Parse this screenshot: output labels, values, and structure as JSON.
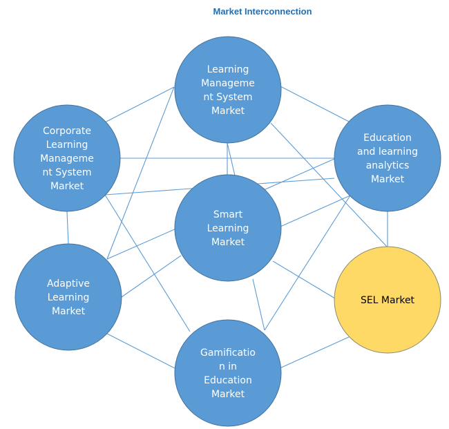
{
  "title": "Market Interconnection",
  "colors": {
    "title": "#1f6fb5",
    "node_fill": "#5b9bd5",
    "node_stroke": "#41719c",
    "highlight_fill": "#ffd966",
    "highlight_stroke": "#8a8a6a",
    "edge": "#5b9bd5",
    "label_light": "#ffffff",
    "label_dark": "#000000"
  },
  "nodes": [
    {
      "id": "lms",
      "label_lines": [
        "Learning",
        "Manageme",
        "nt System",
        "Market"
      ],
      "highlight": false
    },
    {
      "id": "corporate-lms",
      "label_lines": [
        "Corporate",
        "Learning",
        "Manageme",
        "nt System",
        "Market"
      ],
      "highlight": false
    },
    {
      "id": "education-analytics",
      "label_lines": [
        "Education",
        "and learning",
        "analytics",
        "Market"
      ],
      "highlight": false
    },
    {
      "id": "smart-learning",
      "label_lines": [
        "Smart",
        "Learning",
        "Market"
      ],
      "highlight": false
    },
    {
      "id": "adaptive-learning",
      "label_lines": [
        "Adaptive",
        "Learning",
        "Market"
      ],
      "highlight": false
    },
    {
      "id": "sel",
      "label_lines": [
        "SEL Market"
      ],
      "highlight": true
    },
    {
      "id": "gamification",
      "label_lines": [
        "Gamificatio",
        "n in",
        "Education",
        "Market"
      ],
      "highlight": false
    }
  ],
  "edges": [
    [
      "lms",
      "corporate-lms"
    ],
    [
      "lms",
      "adaptive-learning"
    ],
    [
      "lms",
      "education-analytics"
    ],
    [
      "lms",
      "sel"
    ],
    [
      "lms",
      "smart-learning"
    ],
    [
      "lms",
      "smart-learning"
    ],
    [
      "corporate-lms",
      "education-analytics"
    ],
    [
      "corporate-lms",
      "smart-learning"
    ],
    [
      "corporate-lms",
      "gamification"
    ],
    [
      "corporate-lms",
      "adaptive-learning"
    ],
    [
      "education-analytics",
      "smart-learning"
    ],
    [
      "education-analytics",
      "adaptive-learning"
    ],
    [
      "education-analytics",
      "gamification"
    ],
    [
      "education-analytics",
      "sel"
    ],
    [
      "smart-learning",
      "adaptive-learning"
    ],
    [
      "smart-learning",
      "sel"
    ],
    [
      "smart-learning",
      "gamification"
    ],
    [
      "adaptive-learning",
      "gamification"
    ],
    [
      "gamification",
      "sel"
    ]
  ]
}
